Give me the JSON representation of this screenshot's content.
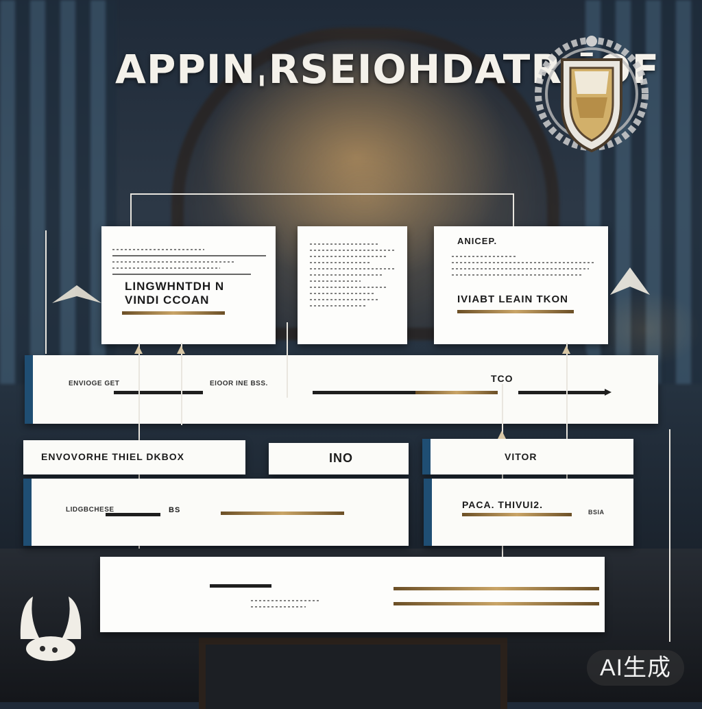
{
  "title": "APPINˌRSEIOHDATR ˉOF",
  "top_cards": [
    {
      "heading": "",
      "text": "LINGWHNTDH N\nVINDI   CCOAN"
    },
    {
      "heading": "",
      "text": ""
    },
    {
      "heading": "ANICEP.",
      "text": "IVIABT  LEAIN TKON"
    }
  ],
  "band1": {
    "left_label": "ENVIOGE GET",
    "mid_label": "EIOOR  INE  BSS.",
    "right_label": "TCO"
  },
  "row2_tabs": [
    {
      "label": "ENVOVORHE THIEL DKBOX"
    },
    {
      "label": "INO"
    },
    {
      "label": "VITOR"
    }
  ],
  "row3": {
    "left_label": "LIDGBCHESE",
    "left_num": "BS",
    "right_label": "PACA.  THIVUI2.",
    "right_num": "BSIA"
  },
  "watermark": "AI生成",
  "colors": {
    "accent_blue": "#1f4e73",
    "gold": "#c9a466",
    "card_white": "#fdfdfb"
  }
}
